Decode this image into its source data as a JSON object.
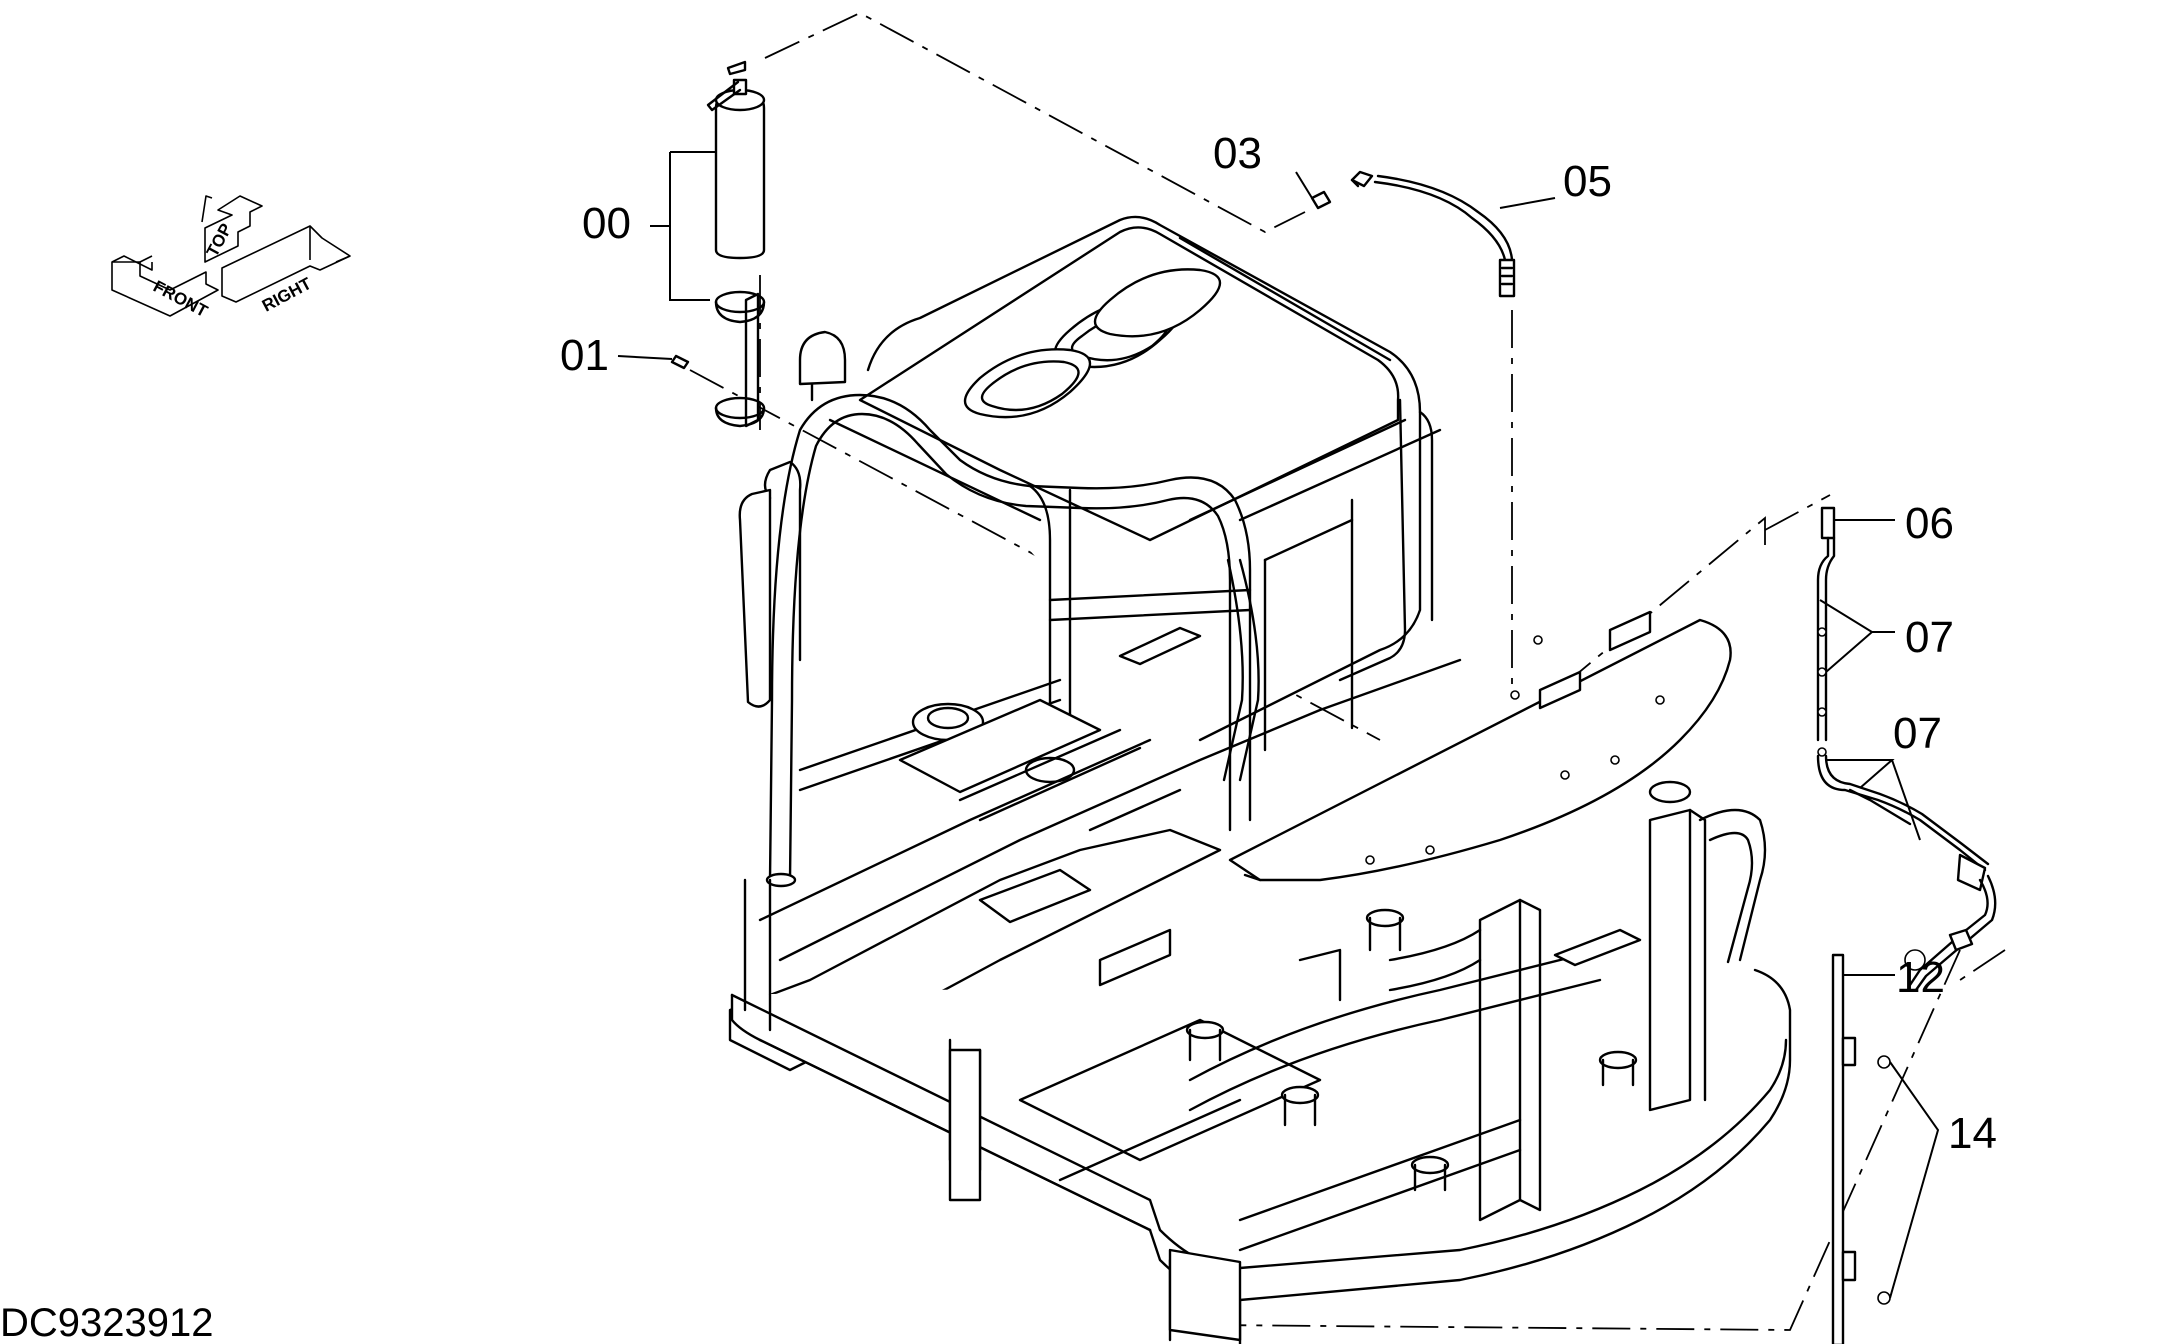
{
  "diagram": {
    "drawing_id": "DC9323912",
    "orientation_indicator": {
      "labels": [
        "FRONT",
        "TOP",
        "RIGHT"
      ]
    },
    "callouts": [
      {
        "id": "callout-00",
        "text": "00"
      },
      {
        "id": "callout-01",
        "text": "01"
      },
      {
        "id": "callout-03",
        "text": "03"
      },
      {
        "id": "callout-05",
        "text": "05"
      },
      {
        "id": "callout-06",
        "text": "06"
      },
      {
        "id": "callout-07a",
        "text": "07"
      },
      {
        "id": "callout-07b",
        "text": "07"
      },
      {
        "id": "callout-12",
        "text": "12"
      },
      {
        "id": "callout-14",
        "text": "14"
      }
    ]
  }
}
